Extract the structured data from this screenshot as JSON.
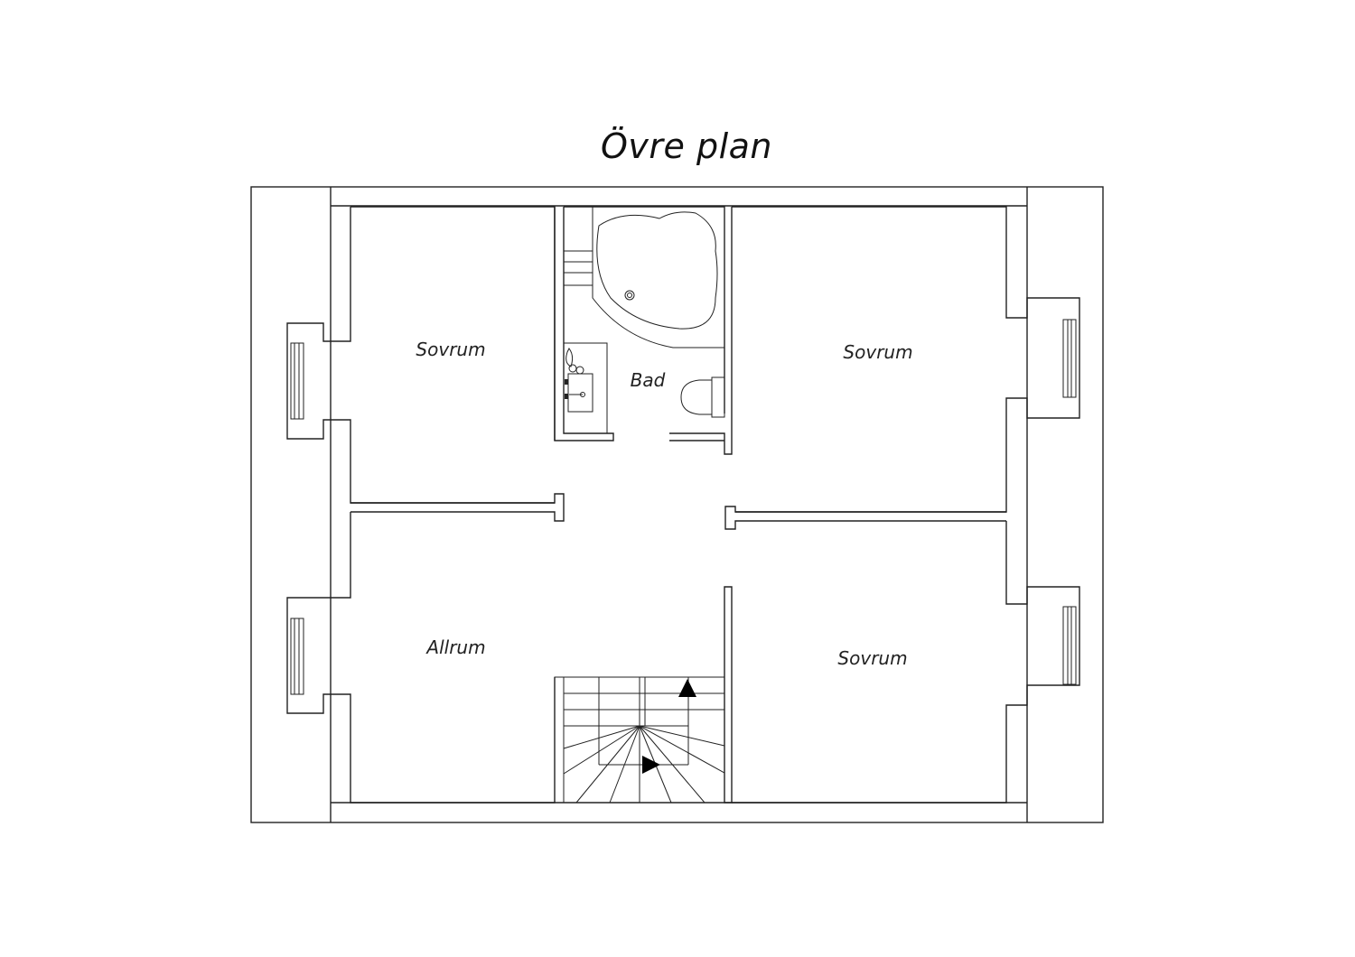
{
  "title": "Övre plan",
  "rooms": {
    "bedroom_top_left": "Sovrum",
    "bathroom": "Bad",
    "bedroom_top_right": "Sovrum",
    "family_room": "Allrum",
    "bedroom_bottom_right": "Sovrum"
  },
  "colors": {
    "line": "#222222",
    "background": "#ffffff",
    "arrow": "#000000"
  }
}
